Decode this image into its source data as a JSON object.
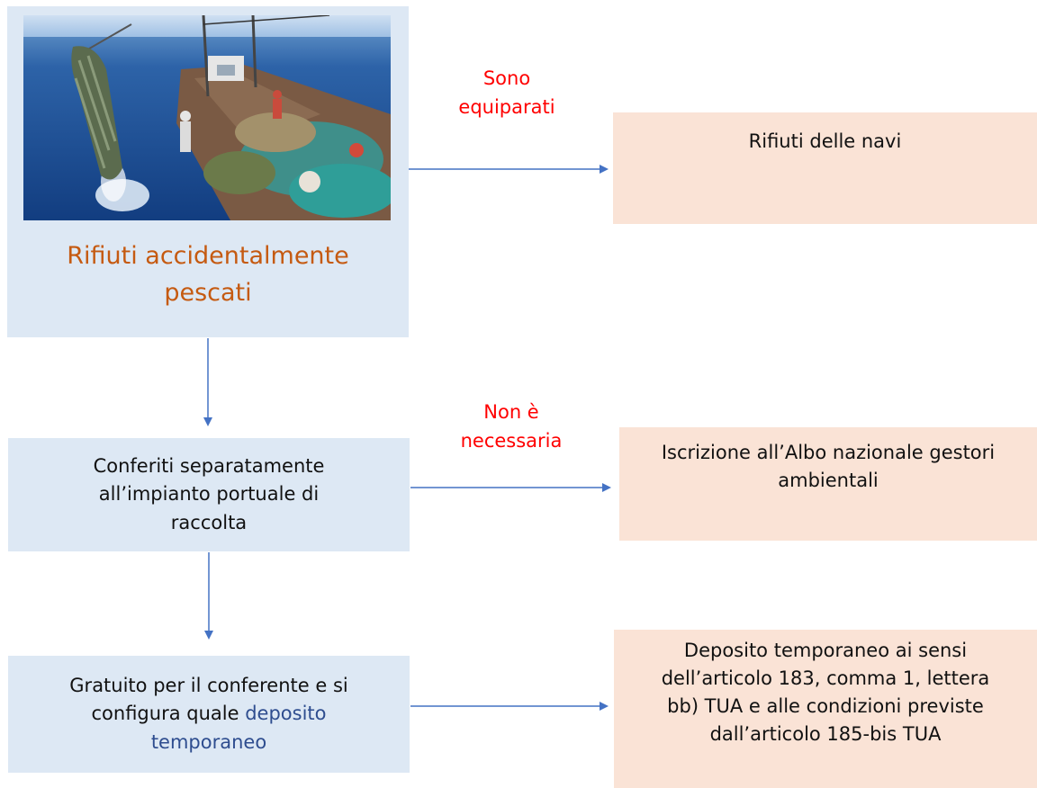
{
  "nodes": {
    "source": {
      "title": "Rifiuti accidentalmente pescati"
    },
    "ship_waste": {
      "text": "Rifiuti delle navi"
    },
    "separate_delivery": {
      "text": "Conferiti separatamente all’impianto portuale di raccolta"
    },
    "registration": {
      "text": "Iscrizione all’Albo nazionale gestori ambientali"
    },
    "free_deposit": {
      "text_prefix": "Gratuito per il conferente e si configura quale",
      "text_highlight": "deposito temporaneo"
    },
    "legal_deposit": {
      "text": "Deposito temporaneo ai sensi dell’articolo 183, comma 1, lettera bb) TUA e alle condizioni previste dall’articolo 185-bis TUA"
    }
  },
  "edges": {
    "equated": "Sono equiparati",
    "not_required": "Non è necessaria"
  },
  "colors": {
    "blue_box": "#dde8f4",
    "peach_box": "#fae3d6",
    "arrow": "#4472c4",
    "edge_label": "#ff0000",
    "source_title": "#c55a11",
    "highlight": "#2e4d8f"
  }
}
